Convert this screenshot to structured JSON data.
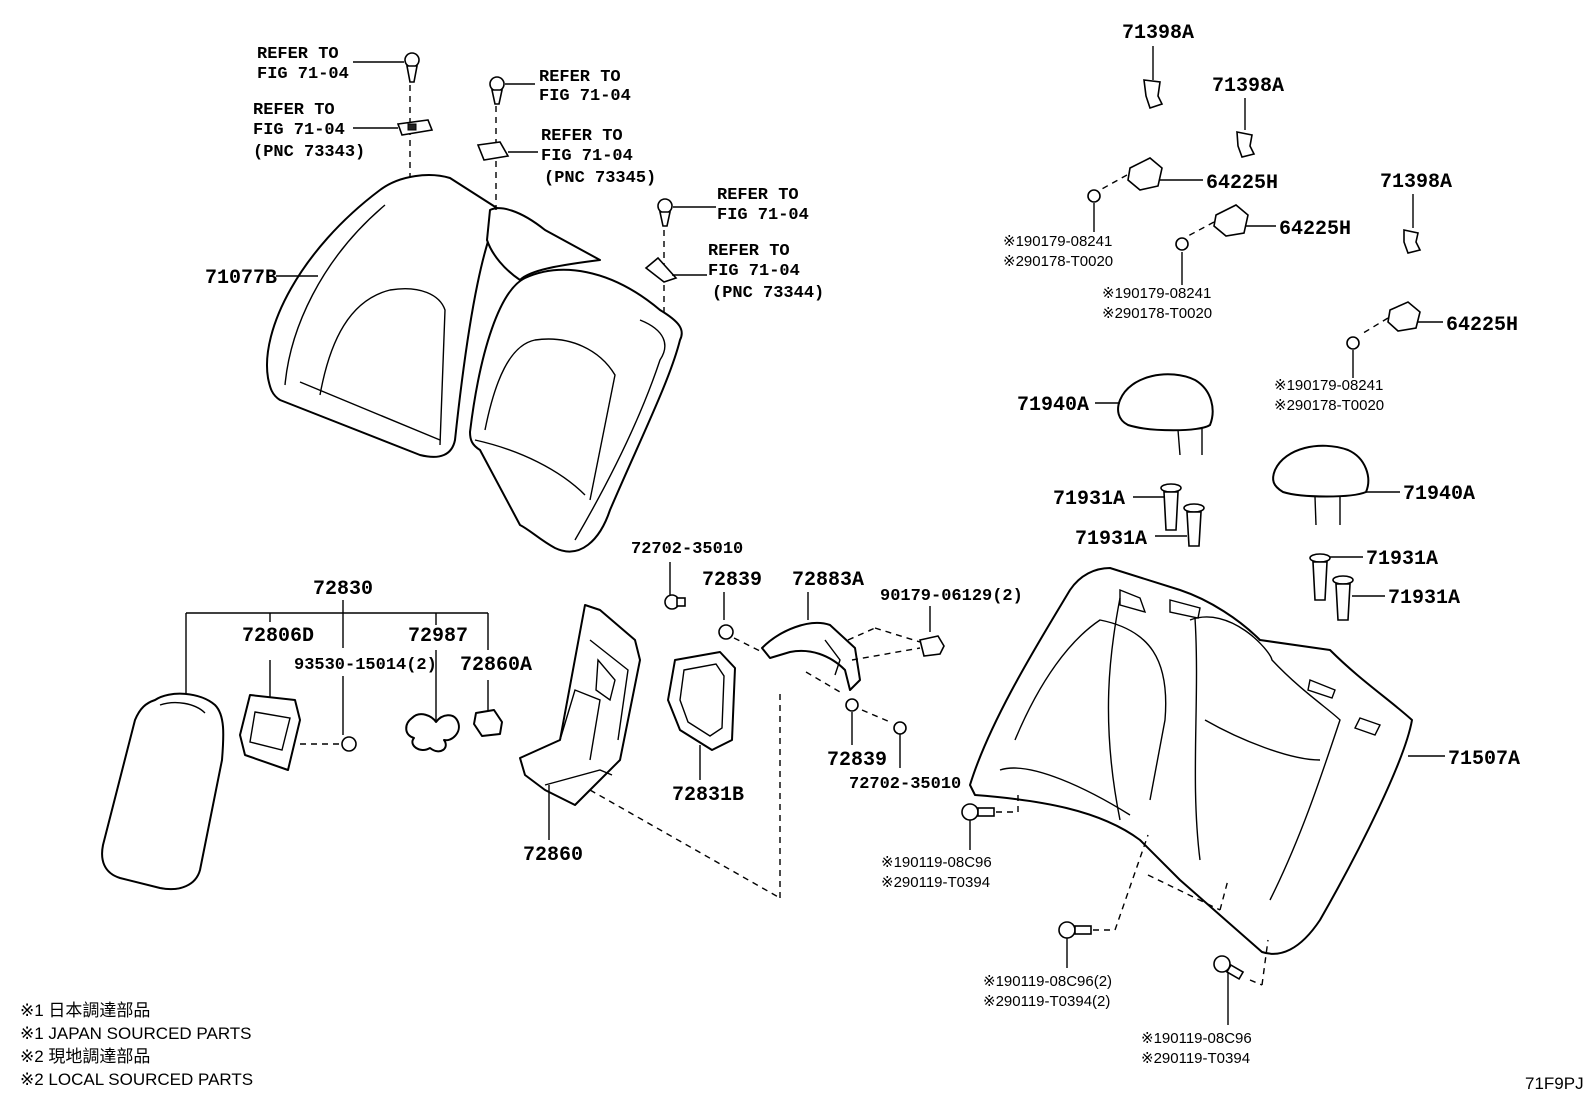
{
  "labels": {
    "refer_1": [
      "REFER TO",
      "FIG 71-04"
    ],
    "refer_2": [
      "REFER TO",
      "FIG 71-04"
    ],
    "refer_2_pnc": "(PNC 73343)",
    "refer_3": [
      "REFER TO",
      "FIG 71-04"
    ],
    "refer_4": [
      "REFER TO",
      "FIG 71-04"
    ],
    "refer_4_pnc": "(PNC 73345)",
    "refer_5": [
      "REFER TO",
      "FIG 71-04"
    ],
    "refer_6": [
      "REFER TO",
      "FIG 71-04"
    ],
    "refer_6_pnc": "(PNC 73344)",
    "p71077B": "71077B",
    "p72830": "72830",
    "p72806D": "72806D",
    "p72987": "72987",
    "p93530": "93530-15014(2)",
    "p72860A": "72860A",
    "p72860": "72860",
    "p72702_top": "72702-35010",
    "p72839_top": "72839",
    "p72883A": "72883A",
    "p90179": "90179-06129(2)",
    "p72831B": "72831B",
    "p72839_bot": "72839",
    "p72702_bot": "72702-35010",
    "p71398A_1": "71398A",
    "p71398A_2": "71398A",
    "p71398A_3": "71398A",
    "p64225H_1": "64225H",
    "p64225H_2": "64225H",
    "p64225H_3": "64225H",
    "sub_1a": "※190179-08241",
    "sub_1b": "※290178-T0020",
    "sub_2a": "※190179-08241",
    "sub_2b": "※290178-T0020",
    "sub_3a": "※190179-08241",
    "sub_3b": "※290178-T0020",
    "p71940A_1": "71940A",
    "p71940A_2": "71940A",
    "p71931A_1": "71931A",
    "p71931A_2": "71931A",
    "p71931A_3": "71931A",
    "p71931A_4": "71931A",
    "p71507A": "71507A",
    "bolt_1a": "※190119-08C96",
    "bolt_1b": "※290119-T0394",
    "bolt_2a": "※190119-08C96(2)",
    "bolt_2b": "※290119-T0394(2)",
    "bolt_3a": "※190119-08C96",
    "bolt_3b": "※290119-T0394"
  },
  "legend": [
    "※1 日本調達部品",
    "※1 JAPAN SOURCED PARTS",
    "※2 現地調達部品",
    "※2 LOCAL SOURCED PARTS"
  ],
  "figure_code": "71F9PJ"
}
